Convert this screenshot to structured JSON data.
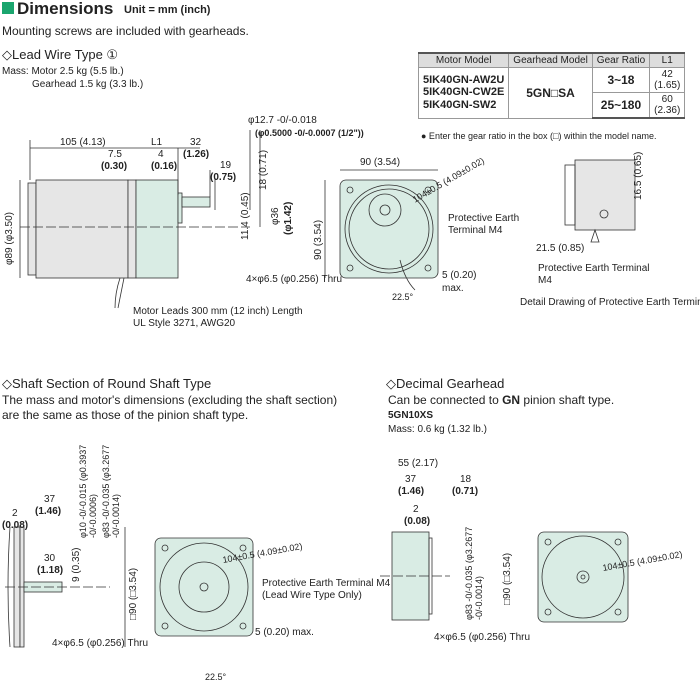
{
  "header": {
    "title": "Dimensions",
    "unit": "Unit = mm (inch)",
    "note": "Mounting screws are included with gearheads.",
    "accent": "#1aa56e"
  },
  "lead": {
    "title": "◇Lead Wire Type ①",
    "mass1": "Mass: Motor 2.5 kg (5.5 lb.)",
    "mass2": "Gearhead 1.5 kg (3.3 lb.)",
    "d105": "105 (4.13)",
    "dL1": "L1",
    "d32": "32",
    "d32i": "(1.26)",
    "d75": "7.5",
    "d75i": "(0.30)",
    "d4": "4",
    "d4i": "(0.16)",
    "d19": "19",
    "d19i": "(0.75)",
    "d114": "11.4 (0.45)",
    "d18": "18 (0.71)",
    "d36": "φ36",
    "d36i": "(φ1.42)",
    "d89": "φ89 (φ3.50)",
    "shaft1": "φ12.7 -0/-0.018",
    "shaft2": "(φ0.5000 -0/-0.0007 (1/2\"))",
    "d90": "90 (3.54)",
    "d90v": "90 (3.54)",
    "d104": "104±0.5 (4.09±0.02)",
    "pe1": "Protective Earth",
    "pe2": "Terminal M4",
    "d5": "5 (0.20)",
    "max": "max.",
    "holes": "4×φ6.5 (φ0.256) Thru",
    "ang": "22.5°",
    "leads1": "Motor Leads 300 mm (12 inch) Length",
    "leads2": "UL Style 3271, AWG20",
    "det165": "16.5 (0.65)",
    "det215": "21.5 (0.85)",
    "detpe1": "Protective Earth Terminal",
    "detpe2": "M4",
    "detcap": "Detail Drawing of Protective Earth Terminal"
  },
  "table": {
    "headers": [
      "Motor Model",
      "Gearhead Model",
      "Gear Ratio",
      "L1"
    ],
    "models": [
      "5IK40GN-AW2U",
      "5IK40GN-CW2E",
      "5IK40GN-SW2"
    ],
    "gearhead": "5GN□SA",
    "rows": [
      {
        "ratio": "3~18",
        "l1": "42",
        "l1i": "(1.65)"
      },
      {
        "ratio": "25~180",
        "l1": "60",
        "l1i": "(2.36)"
      }
    ],
    "note": "● Enter the gear ratio in the box (□) within the model name."
  },
  "shaft": {
    "title": "◇Shaft Section of Round Shaft Type",
    "desc1": "The mass and motor's dimensions (excluding the shaft section)",
    "desc2": "are the same as those of the pinion shaft type.",
    "d37": "37",
    "d37i": "(1.46)",
    "d2": "2",
    "d2i": "(0.08)",
    "d30": "30",
    "d30i": "(1.18)",
    "d9": "9 (0.35)",
    "d10": "φ10 -0/-0.015 (φ0.3937 -0/-0.0006)",
    "d83": "φ83 -0/-0.035 (φ3.2677 -0/-0.0014)",
    "d90": "□90 (□3.54)",
    "d104": "104±0.5 (4.09±0.02)",
    "pe1": "Protective Earth Terminal M4",
    "pe2": "(Lead Wire Type Only)",
    "d5": "5 (0.20) max.",
    "holes": "4×φ6.5 (φ0.256) Thru",
    "ang": "22.5°"
  },
  "decimal": {
    "title": "◇Decimal Gearhead",
    "desc_pre": "Can be connected to ",
    "desc_bold": "GN",
    "desc_post": " pinion shaft type.",
    "model": "5GN10XS",
    "mass": "Mass: 0.6 kg (1.32 lb.)",
    "d55": "55 (2.17)",
    "d37": "37",
    "d37i": "(1.46)",
    "d18": "18",
    "d18i": "(0.71)",
    "d2": "2",
    "d2i": "(0.08)",
    "d83": "φ83 -0/-0.035 (φ3.2677 -0/-0.0014)",
    "d90": "□90 (□3.54)",
    "holes": "4×φ6.5 (φ0.256) Thru",
    "d104": "104±0.5 (4.09±0.02)"
  }
}
